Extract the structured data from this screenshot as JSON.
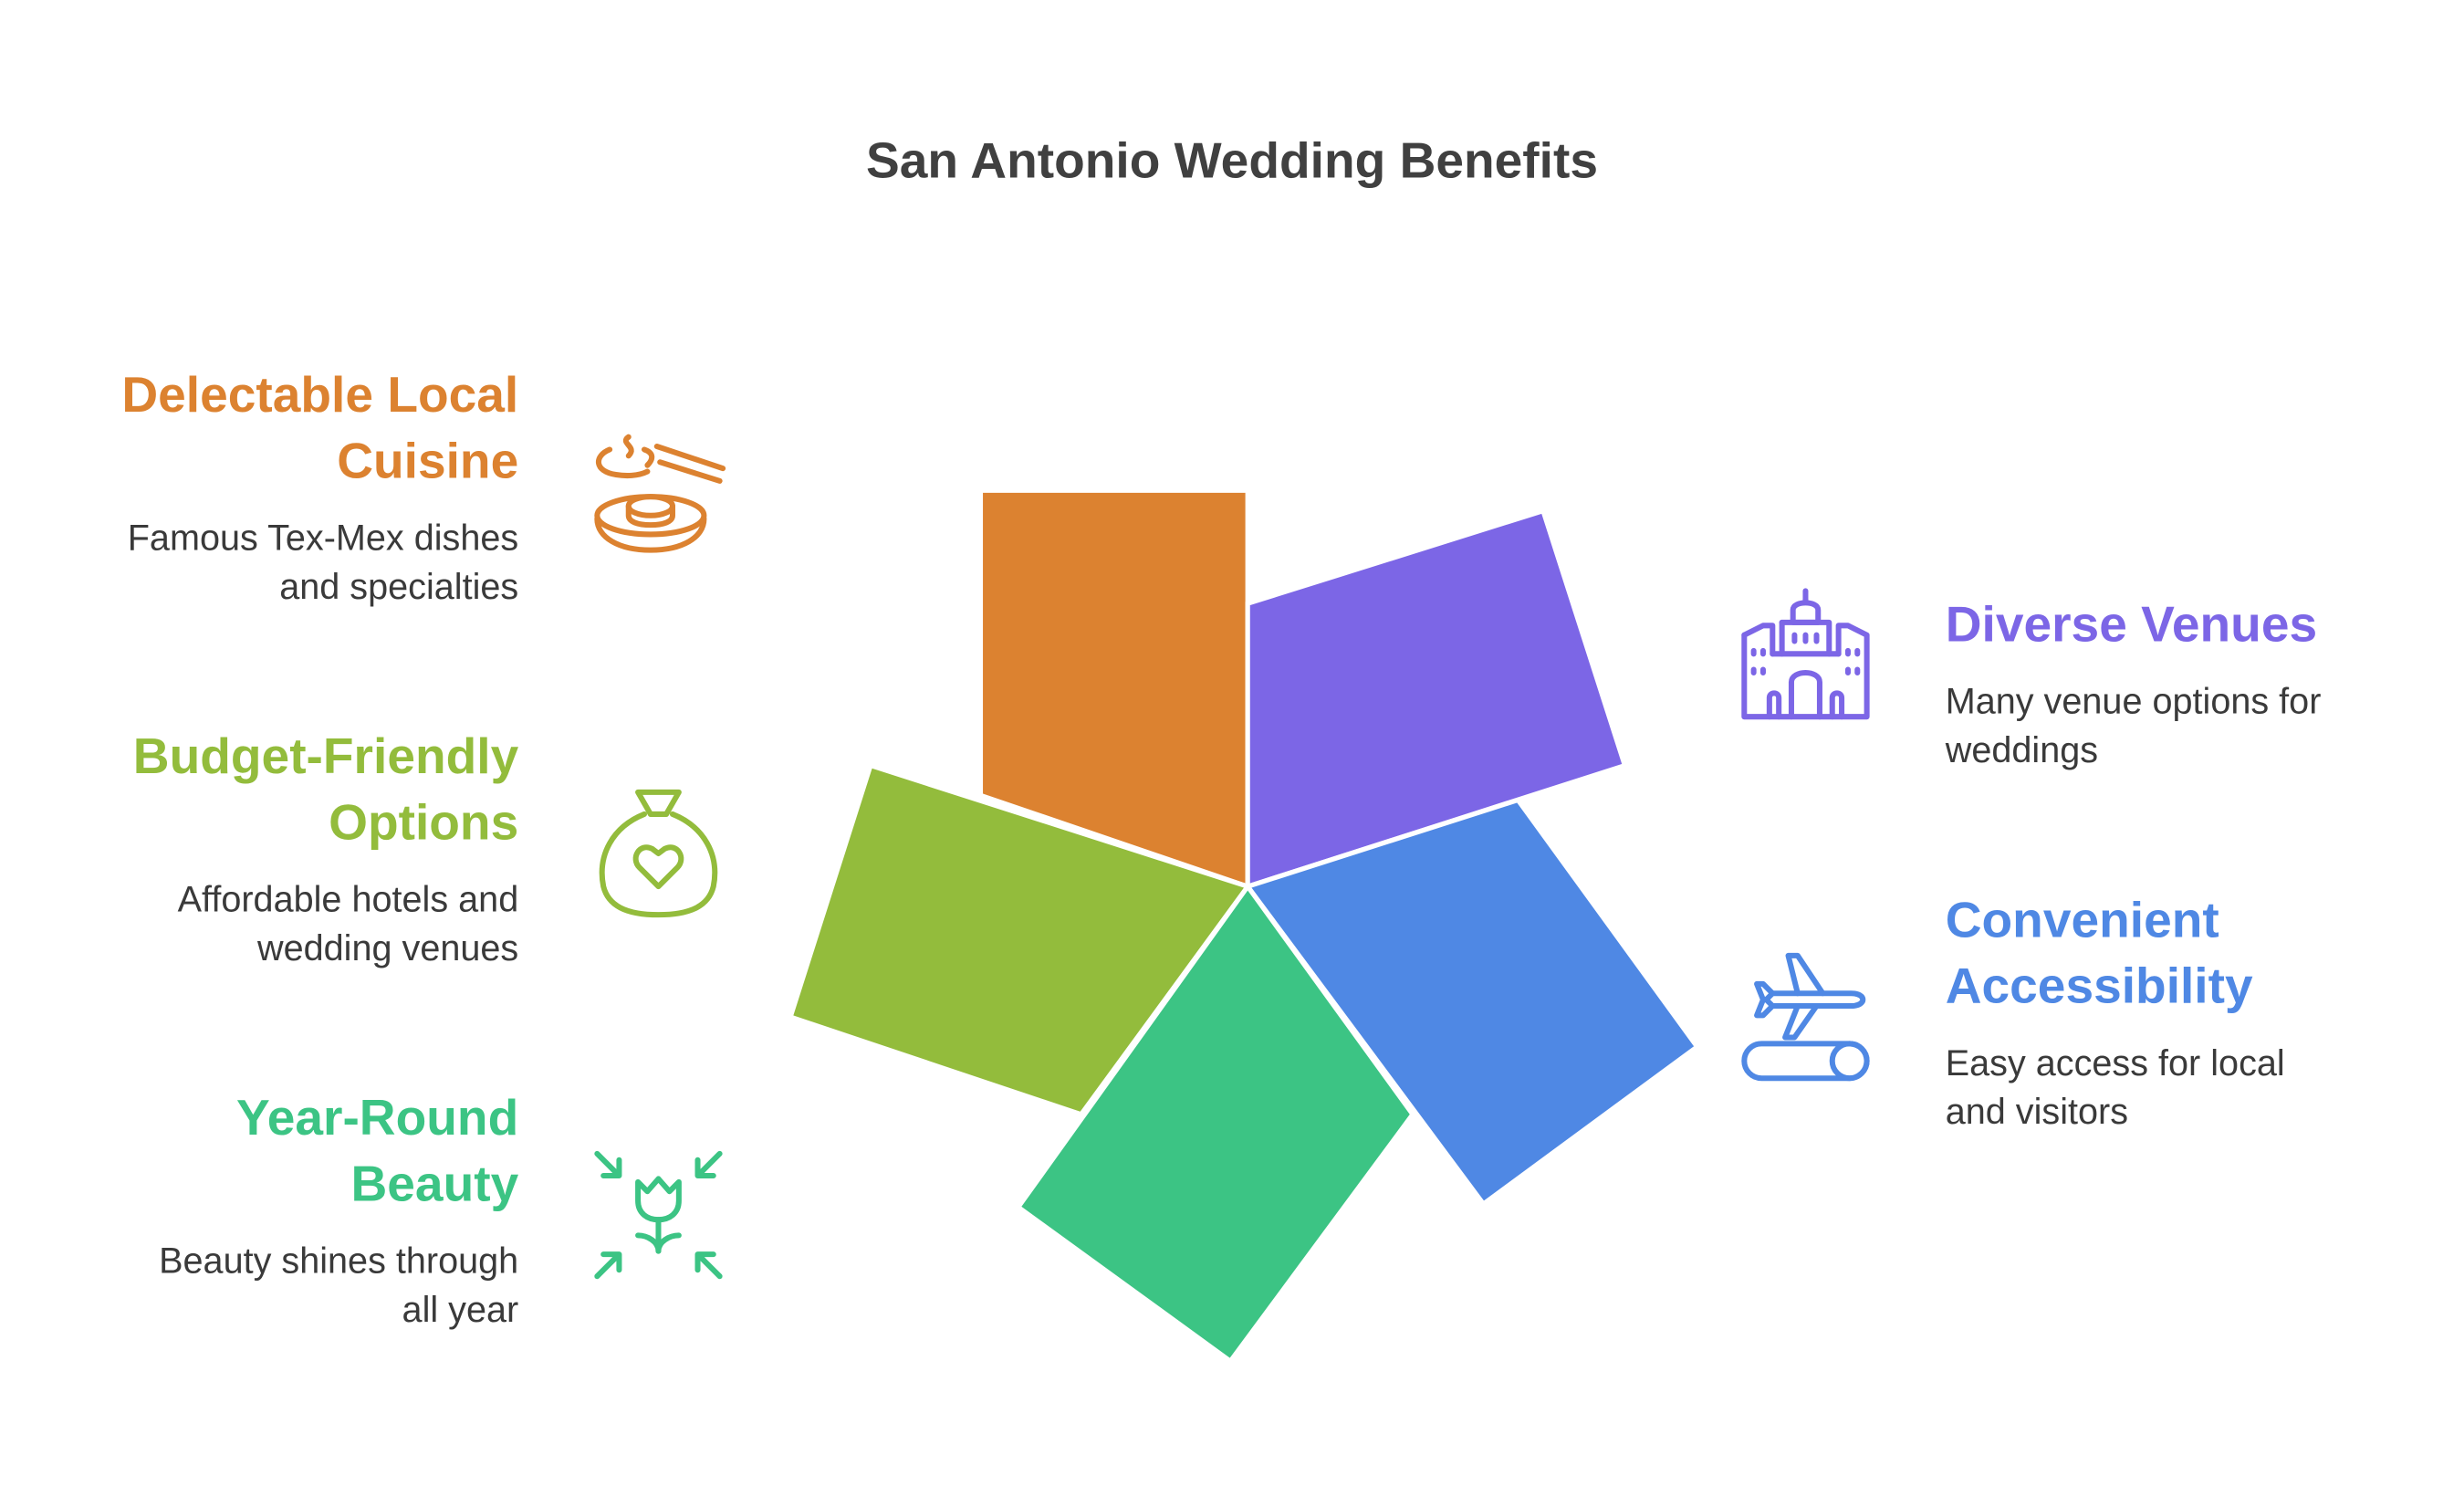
{
  "title": "San Antonio Wedding Benefits",
  "colors": {
    "cuisine": "#DC8230",
    "budget": "#93BC3C",
    "beauty": "#3CC484",
    "venues": "#7C66E6",
    "access": "#4F88E4",
    "title": "#404040",
    "description": "#3a3a3a"
  },
  "items": {
    "cuisine": {
      "heading_line1": "Delectable Local",
      "heading_line2": "Cuisine",
      "desc_line1": "Famous Tex-Mex dishes",
      "desc_line2": "and specialties",
      "icon": "food-bowl-chopsticks-icon"
    },
    "budget": {
      "heading_line1": "Budget-Friendly",
      "heading_line2": "Options",
      "desc_line1": "Affordable hotels and",
      "desc_line2": "wedding venues",
      "icon": "money-bag-heart-icon"
    },
    "beauty": {
      "heading_line1": "Year-Round",
      "heading_line2": "Beauty",
      "desc_line1": "Beauty shines through",
      "desc_line2": "all year",
      "icon": "tulip-arrows-icon"
    },
    "venues": {
      "heading_line1": "Diverse Venues",
      "desc_line1": "Many venue options for",
      "desc_line2": "weddings",
      "icon": "city-buildings-icon"
    },
    "access": {
      "heading_line1": "Convenient",
      "heading_line2": "Accessibility",
      "desc_line1": "Easy access for local",
      "desc_line2": "and visitors",
      "icon": "airplane-runway-icon"
    }
  }
}
